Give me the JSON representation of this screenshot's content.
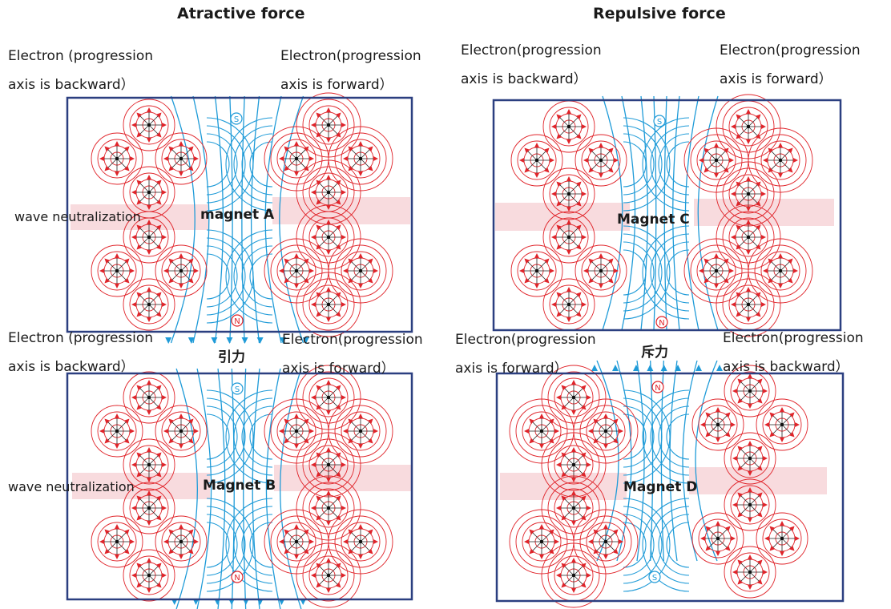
{
  "titles": {
    "attractive": "Atractive force",
    "repulsive": "Repulsive force"
  },
  "labels": {
    "a_top_left": [
      "Electron (progression",
      "axis is backward）"
    ],
    "a_top_right": [
      "Electron(progression",
      "axis is forward）"
    ],
    "c_top_left": [
      "Electron(progression",
      "axis is backward）"
    ],
    "c_top_right": [
      "Electron(progression",
      "axis is forward）"
    ],
    "b_left": [
      "Electron (progression",
      "axis is backward）"
    ],
    "b_right": [
      "Electron(progression",
      "axis is forward）"
    ],
    "d_left": [
      "Electron(progression",
      "axis is forward）"
    ],
    "d_right": [
      "Electron(progression",
      "axis is backward）"
    ]
  },
  "magnets": {
    "a": "magnet A",
    "b": "Magnet  B",
    "c": "Magnet  C",
    "d": "Magnet D"
  },
  "forces": {
    "attract": "引力",
    "repel": "斥力"
  },
  "wave": {
    "a": "wave neutralization",
    "b": "wave neutralization"
  },
  "poles": {
    "south": "S",
    "north": "N"
  },
  "colors": {
    "field_line": "#1f9bd8",
    "electron": "#e0242a",
    "arrow": "#e0242a",
    "frame": "#2b3f80",
    "band": "#f7d5d8"
  },
  "icons": {
    "electron_cluster": "electron-cluster-icon",
    "field_line": "field-line-icon"
  }
}
